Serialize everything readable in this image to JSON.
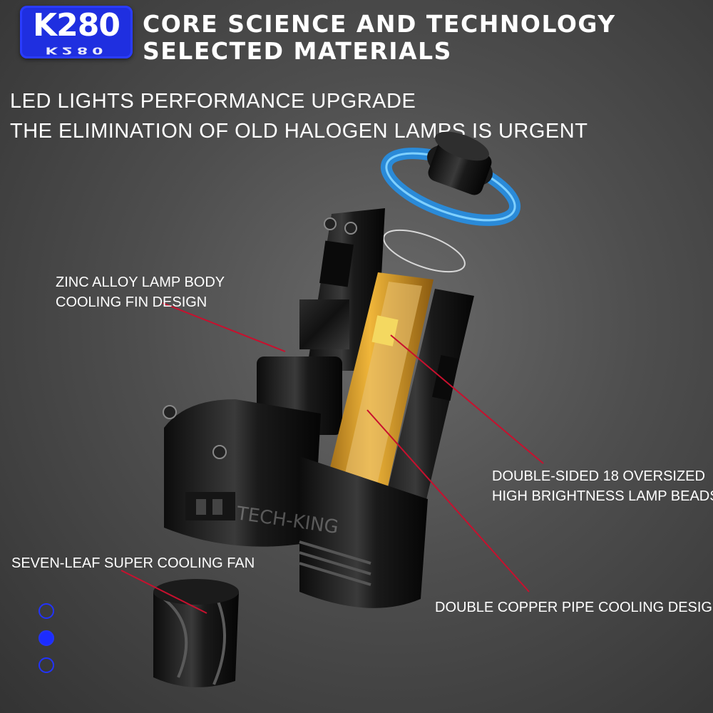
{
  "badge": {
    "model": "K280",
    "model_echo": "K280"
  },
  "headline": {
    "line1": "CORE SCIENCE AND TECHNOLOGY",
    "line2": "SELECTED MATERIALS"
  },
  "subheadline": {
    "line1": "LED LIGHTS PERFORMANCE UPGRADE",
    "line2": "THE ELIMINATION OF OLD HALOGEN LAMPS IS URGENT"
  },
  "callouts": {
    "zinc_line1": "ZINC ALLOY LAMP BODY",
    "zinc_line2": "COOLING FIN DESIGN",
    "beads_line1": "DOUBLE-SIDED 18 OVERSIZED",
    "beads_line2": "HIGH BRIGHTNESS LAMP BEADS",
    "fan": "SEVEN-LEAF SUPER COOLING FAN",
    "copper": "DOUBLE COPPER PIPE COOLING DESIGN"
  },
  "watermark": "TECH-KING",
  "colors": {
    "accent_blue": "#1f2fe0",
    "ring_blue": "#2a8ad8",
    "pointer_red": "#c8102e",
    "copper": "#e0a020",
    "led_yellow": "#f4d860"
  },
  "carousel": {
    "count": 3,
    "active_index": 1
  }
}
